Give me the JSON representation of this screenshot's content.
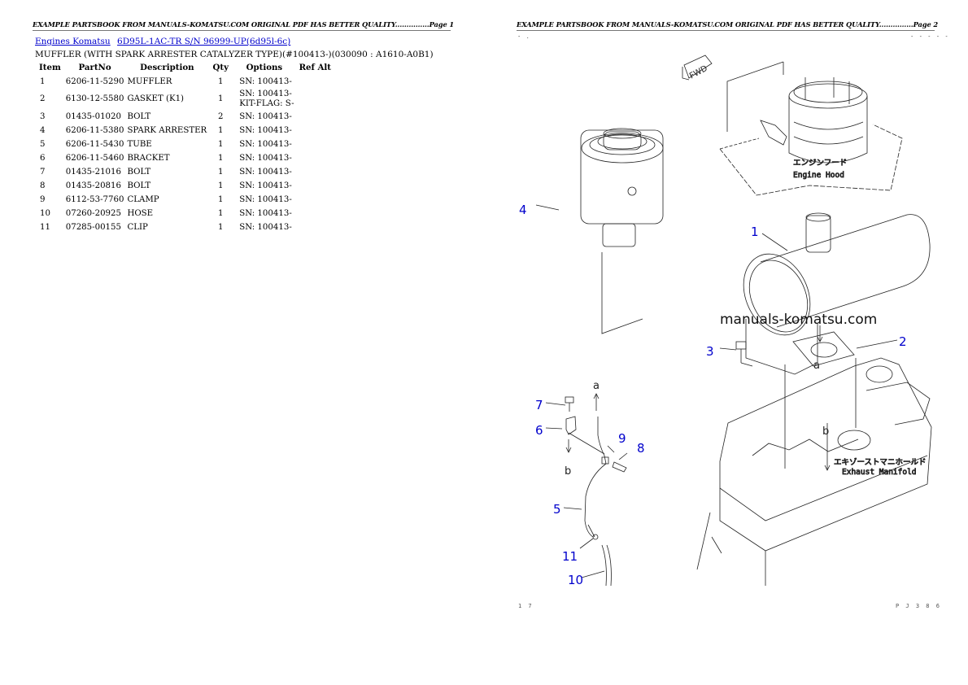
{
  "page1": {
    "header": "EXAMPLE PARTSBOOK FROM MANUALS-KOMATSU.COM ORIGINAL PDF HAS BETTER QUALITY...............Page 1",
    "breadcrumbs": [
      {
        "label": "Engines Komatsu"
      },
      {
        "label": "6D95L-1AC-TR S/N 96999-UP(6d95l-6c)"
      }
    ],
    "subtitle": "MUFFLER (WITH SPARK ARRESTER CATALYZER TYPE)(#100413-)(030090 : A1610-A0B1)",
    "table": {
      "columns": [
        "Item",
        "PartNo",
        "Description",
        "Qty",
        "Options",
        "Ref Alt"
      ],
      "rows": [
        {
          "item": "1",
          "partno": "6206-11-5290",
          "description": "MUFFLER",
          "qty": "1",
          "options": "SN: 100413-",
          "options2": "",
          "refalt": ""
        },
        {
          "item": "2",
          "partno": "6130-12-5580",
          "description": "GASKET (K1)",
          "qty": "1",
          "options": "SN: 100413-",
          "options2": "KIT-FLAG: S-",
          "refalt": ""
        },
        {
          "item": "3",
          "partno": "01435-01020",
          "description": "BOLT",
          "qty": "2",
          "options": "SN: 100413-",
          "options2": "",
          "refalt": ""
        },
        {
          "item": "4",
          "partno": "6206-11-5380",
          "description": "SPARK ARRESTER",
          "qty": "1",
          "options": "SN: 100413-",
          "options2": "",
          "refalt": ""
        },
        {
          "item": "5",
          "partno": "6206-11-5430",
          "description": "TUBE",
          "qty": "1",
          "options": "SN: 100413-",
          "options2": "",
          "refalt": ""
        },
        {
          "item": "6",
          "partno": "6206-11-5460",
          "description": "BRACKET",
          "qty": "1",
          "options": "SN: 100413-",
          "options2": "",
          "refalt": ""
        },
        {
          "item": "7",
          "partno": "01435-21016",
          "description": "BOLT",
          "qty": "1",
          "options": "SN: 100413-",
          "options2": "",
          "refalt": ""
        },
        {
          "item": "8",
          "partno": "01435-20816",
          "description": "BOLT",
          "qty": "1",
          "options": "SN: 100413-",
          "options2": "",
          "refalt": ""
        },
        {
          "item": "9",
          "partno": "6112-53-7760",
          "description": "CLAMP",
          "qty": "1",
          "options": "SN: 100413-",
          "options2": "",
          "refalt": ""
        },
        {
          "item": "10",
          "partno": "07260-20925",
          "description": "HOSE",
          "qty": "1",
          "options": "SN: 100413-",
          "options2": "",
          "refalt": ""
        },
        {
          "item": "11",
          "partno": "07285-00155",
          "description": "CLIP",
          "qty": "1",
          "options": "SN: 100413-",
          "options2": "",
          "refalt": ""
        }
      ]
    }
  },
  "page2": {
    "header": "EXAMPLE PARTSBOOK FROM MANUALS-KOMATSU.COM ORIGINAL PDF HAS BETTER QUALITY...............Page 2",
    "top_left_marks": "- .",
    "top_right_marks": "- - - - -",
    "diagram": {
      "watermark": "manuals-komatsu.com",
      "fwd_label": "FWD",
      "engine_hood_jp": "エンジンフード",
      "engine_hood_en": "Engine Hood",
      "exhaust_manifold_jp": "エキゾーストマニホールド",
      "exhaust_manifold_en": "Exhaust Manifold",
      "ref_a": "a",
      "ref_b": "b",
      "callouts": [
        "1",
        "2",
        "3",
        "4",
        "5",
        "6",
        "7",
        "8",
        "9",
        "10",
        "11"
      ],
      "callout_color": "#0000cc"
    },
    "footer_left": "1 7",
    "footer_right": "P J 3 8 6"
  }
}
